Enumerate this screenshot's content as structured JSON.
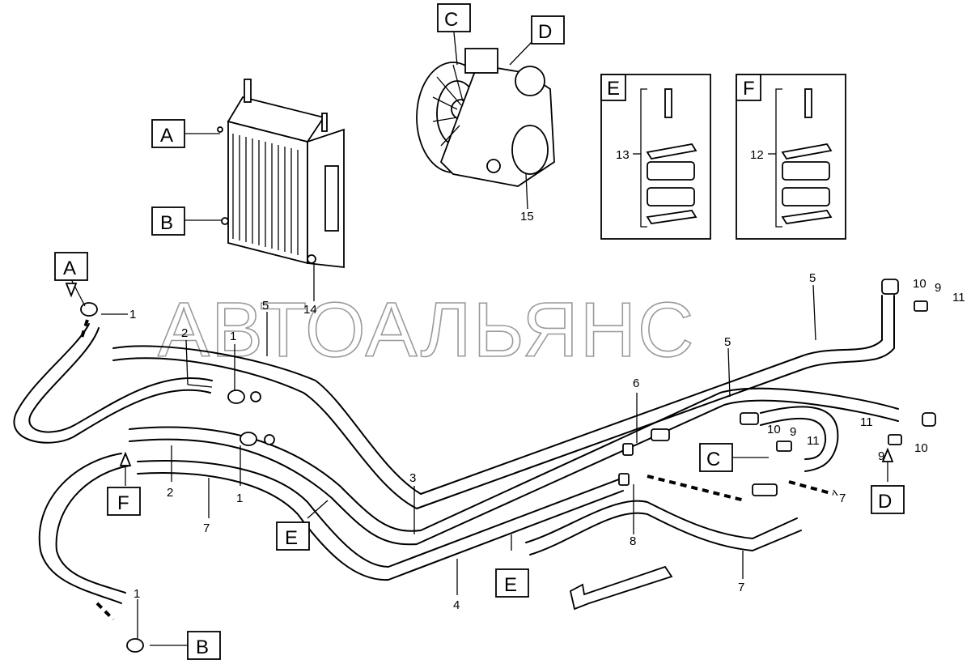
{
  "watermark": "АВТОАЛЬЯНС",
  "callouts": {
    "A": "A",
    "B": "B",
    "C": "C",
    "D": "D",
    "E": "E",
    "F": "F"
  },
  "part_numbers": {
    "p1": "1",
    "p2": "2",
    "p3": "3",
    "p4": "4",
    "p5": "5",
    "p6": "6",
    "p7": "7",
    "p8": "8",
    "p9": "9",
    "p10": "10",
    "p11": "11",
    "p12": "12",
    "p13": "13",
    "p14": "14",
    "p15": "15"
  }
}
